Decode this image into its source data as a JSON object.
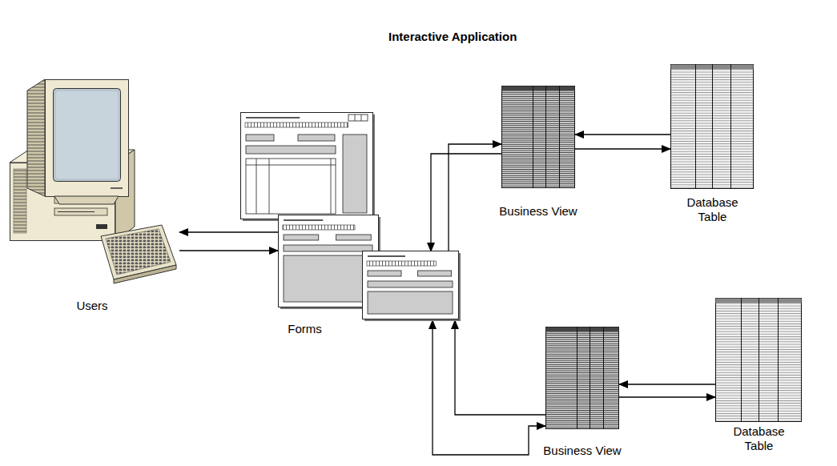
{
  "diagram": {
    "title": "Interactive Application",
    "nodes": [
      {
        "text": [
          "Users"
        ]
      },
      {
        "text": [
          "Forms"
        ]
      },
      {
        "text": [
          "Business View"
        ]
      },
      {
        "text": [
          "Database Table"
        ]
      },
      {
        "text": [
          "Business View"
        ]
      },
      {
        "text": [
          "Database Table"
        ]
      }
    ],
    "edges": [
      {
        "from": 1,
        "to": 0,
        "arrow": "to"
      },
      {
        "from": 0,
        "to": 1,
        "arrow": "to"
      },
      {
        "from": 2,
        "to": 1,
        "arrow": "to"
      },
      {
        "from": 1,
        "to": 2,
        "arrow": "to"
      },
      {
        "from": 2,
        "to": 3,
        "arrow": "to"
      },
      {
        "from": 3,
        "to": 2,
        "arrow": "to"
      },
      {
        "from": 1,
        "to": 4,
        "arrow": "both"
      },
      {
        "from": 4,
        "to": 1,
        "arrow": "to"
      },
      {
        "from": 4,
        "to": 5,
        "arrow": "to"
      },
      {
        "from": 5,
        "to": 4,
        "arrow": "to"
      }
    ]
  }
}
